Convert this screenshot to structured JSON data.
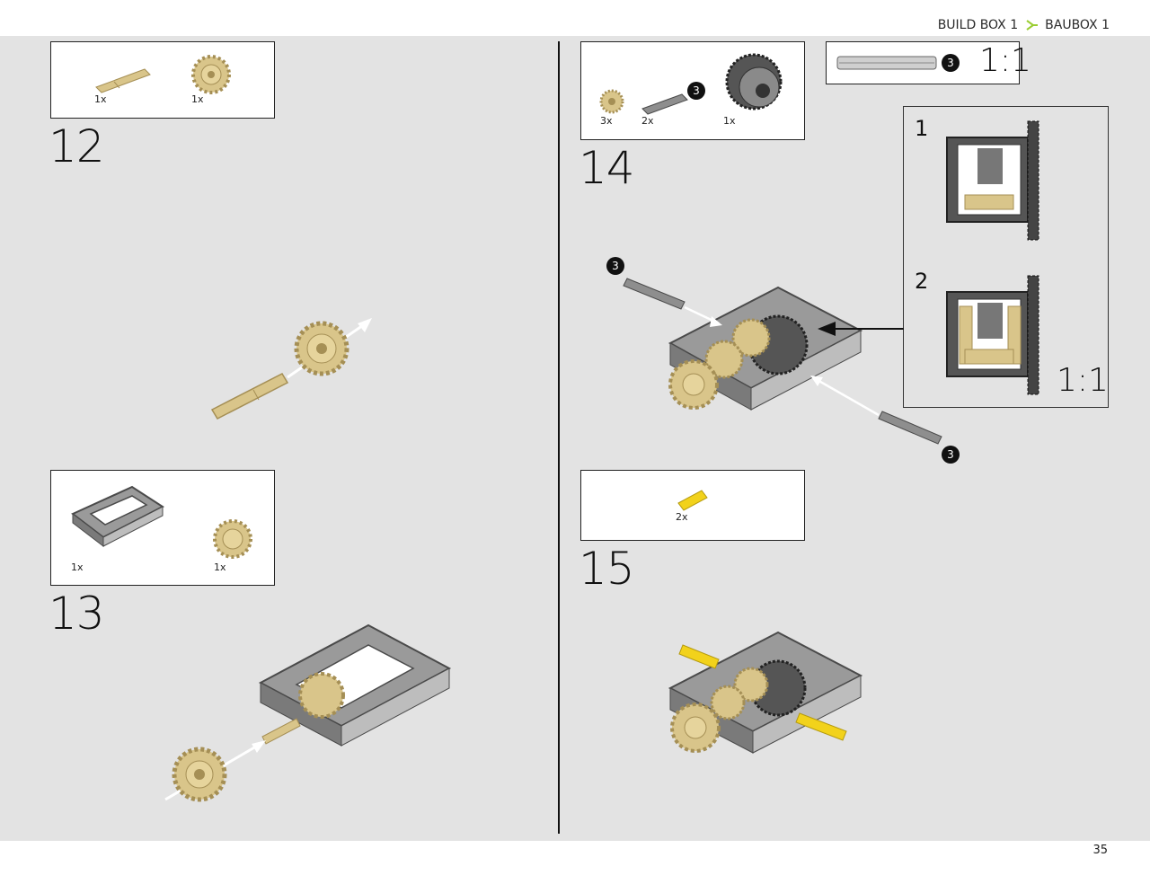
{
  "header": {
    "crumb_1": "BUILD BOX 1",
    "crumb_2": "BAUBOX 1",
    "accent": "#9acd32"
  },
  "footer": {
    "page_number": "35"
  },
  "steps": {
    "s12": {
      "number": "12",
      "parts": [
        {
          "qty": "1x",
          "icon": "axle-tan-icon"
        },
        {
          "qty": "1x",
          "icon": "gear-tan-icon"
        }
      ]
    },
    "s13": {
      "number": "13",
      "parts": [
        {
          "qty": "1x",
          "icon": "frame-gray-icon"
        },
        {
          "qty": "1x",
          "icon": "gear-tan-icon"
        }
      ]
    },
    "s14": {
      "number": "14",
      "parts": [
        {
          "qty": "3x",
          "icon": "bevel-gear-icon"
        },
        {
          "qty": "2x",
          "icon": "axle-gray-icon",
          "length_badge": "3"
        },
        {
          "qty": "1x",
          "icon": "differential-icon"
        }
      ],
      "scale_ref": {
        "badge": "3",
        "scale": "1:1"
      },
      "callout": {
        "sub1": "1",
        "sub2": "2",
        "scale": "1:1"
      },
      "axle_badges": [
        "3",
        "3"
      ]
    },
    "s15": {
      "number": "15",
      "parts": [
        {
          "qty": "2x",
          "icon": "connector-yellow-icon"
        }
      ]
    }
  },
  "colors": {
    "tan": "#d9c58a",
    "tan_dark": "#a58f55",
    "gray": "#9a9a9a",
    "dark_gray": "#4a4a4a",
    "yellow": "#f2d21b",
    "background": "#e3e3e3"
  }
}
